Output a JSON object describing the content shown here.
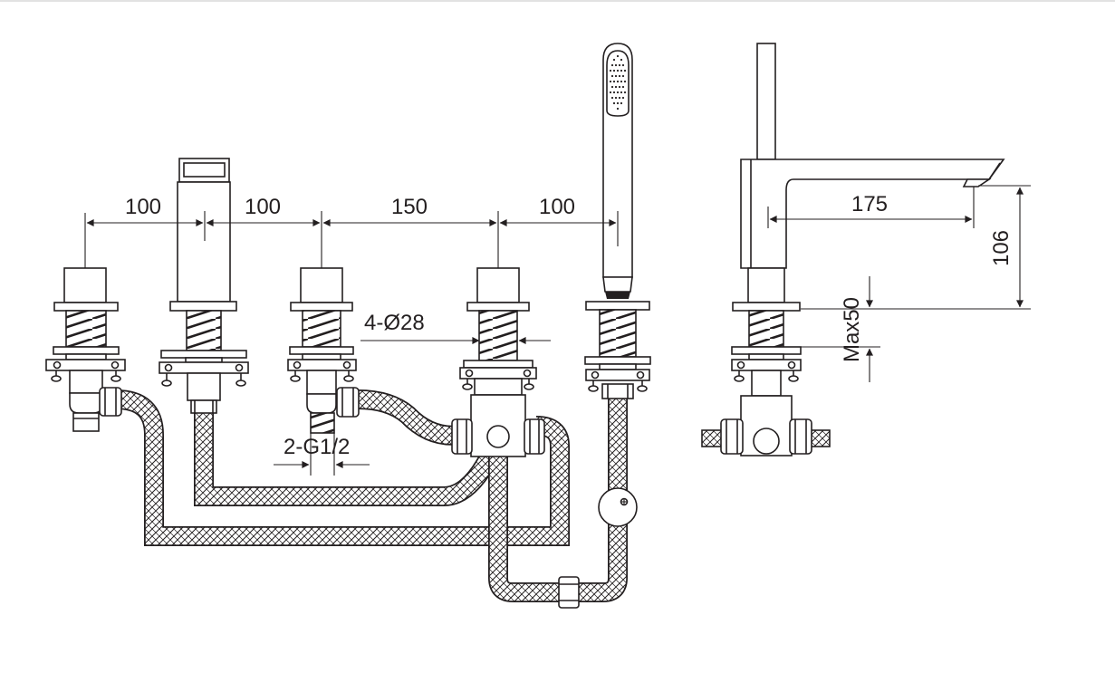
{
  "diagram": {
    "front_dimensions": {
      "spacing_1": "100",
      "spacing_2": "100",
      "spacing_3": "150",
      "spacing_4": "100",
      "hole_diameter": "4-Ø28",
      "thread": "2-G1/2"
    },
    "side_dimensions": {
      "spout_reach": "175",
      "spout_height": "106",
      "deck_thickness": "Max50"
    },
    "colors": {
      "line": "#231f20",
      "background": "#ffffff"
    }
  }
}
